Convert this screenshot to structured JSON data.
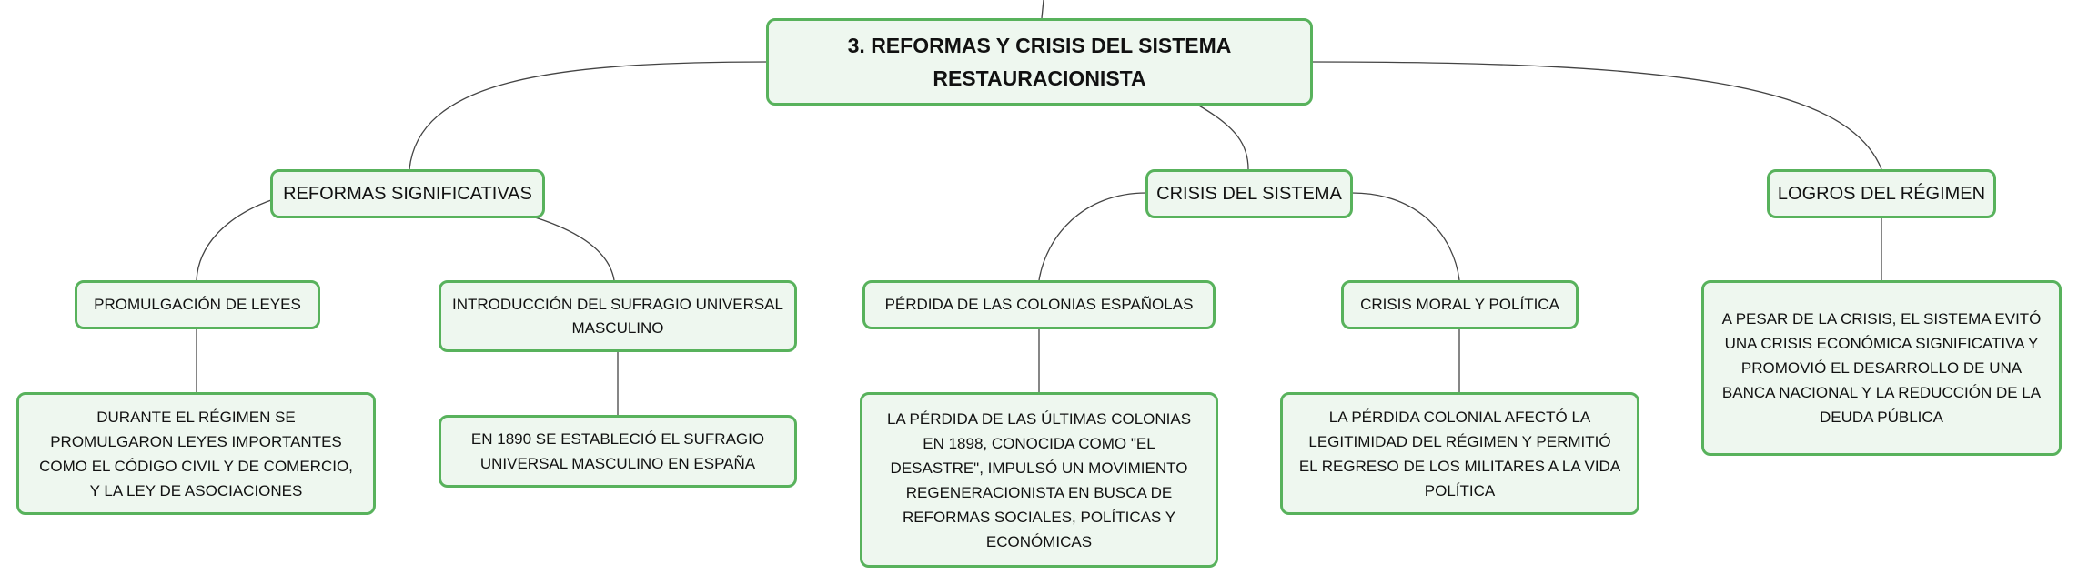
{
  "root": {
    "title": "3. REFORMAS Y CRISIS DEL SISTEMA RESTAURACIONISTA"
  },
  "branches": {
    "reformas": {
      "label": "REFORMAS SIGNIFICATIVAS",
      "leyes": {
        "label": "PROMULGACIÓN DE LEYES",
        "detail": "DURANTE EL RÉGIMEN SE PROMULGARON LEYES IMPORTANTES COMO EL CÓDIGO CIVIL Y DE COMERCIO, Y LA LEY DE ASOCIACIONES"
      },
      "sufragio": {
        "label": "INTRODUCCIÓN DEL SUFRAGIO UNIVERSAL MASCULINO",
        "detail": "EN 1890 SE ESTABLECIÓ EL SUFRAGIO UNIVERSAL MASCULINO EN ESPAÑA"
      }
    },
    "crisis": {
      "label": "CRISIS DEL SISTEMA",
      "colonias": {
        "label": "PÉRDIDA DE LAS COLONIAS ESPAÑOLAS",
        "detail": "LA PÉRDIDA DE LAS ÚLTIMAS COLONIAS EN 1898, CONOCIDA COMO \"EL DESASTRE\", IMPULSÓ UN MOVIMIENTO REGENERACIONISTA EN BUSCA DE REFORMAS SOCIALES, POLÍTICAS Y ECONÓMICAS"
      },
      "moral": {
        "label": "CRISIS MORAL Y POLÍTICA",
        "detail": "LA PÉRDIDA COLONIAL AFECTÓ LA LEGITIMIDAD DEL RÉGIMEN Y PERMITIÓ EL REGRESO DE LOS MILITARES A LA VIDA POLÍTICA"
      }
    },
    "logros": {
      "label": "LOGROS DEL RÉGIMEN",
      "detail": "A PESAR DE LA CRISIS, EL SISTEMA EVITÓ UNA CRISIS ECONÓMICA SIGNIFICATIVA Y PROMOVIÓ EL DESARROLLO DE UNA BANCA NACIONAL Y LA REDUCCIÓN DE LA DEUDA PÚBLICA"
    }
  },
  "colors": {
    "node_border": "#58b25c",
    "node_fill": "#eef7ef",
    "connector": "#444444"
  }
}
